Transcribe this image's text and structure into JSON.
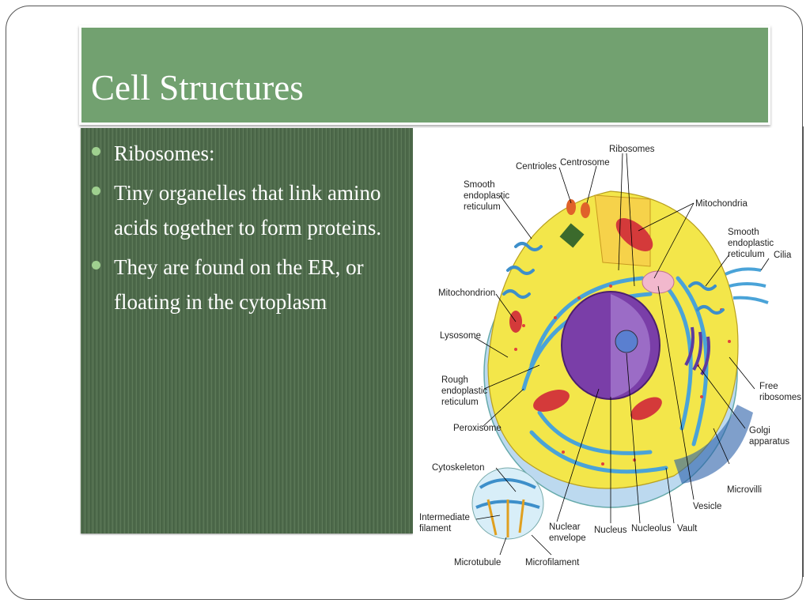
{
  "slide": {
    "title": "Cell Structures",
    "bullets": [
      "Ribosomes:",
      "Tiny organelles that link amino acids together to form proteins.",
      "They are found on the ER, or floating in the cytoplasm"
    ]
  },
  "diagram": {
    "labels": {
      "ribosomes": "Ribosomes",
      "centrioles": "Centrioles",
      "centrosome": "Centrosome",
      "smooth_er_1a": "Smooth",
      "smooth_er_1b": "endoplastic",
      "smooth_er_1c": "reticulum",
      "mitochondria": "Mitochondria",
      "smooth_er_2a": "Smooth",
      "smooth_er_2b": "endoplastic",
      "smooth_er_2c": "reticulum",
      "cilia": "Cilia",
      "mitochondrion": "Mitochondrion",
      "lysosome": "Lysosome",
      "rough_er_a": "Rough",
      "rough_er_b": "endoplastic",
      "rough_er_c": "reticulum",
      "free_ribosomes_a": "Free",
      "free_ribosomes_b": "ribosomes",
      "peroxisome": "Peroxisome",
      "golgi_a": "Golgi",
      "golgi_b": "apparatus",
      "cytoskeleton": "Cytoskeleton",
      "microvilli": "Microvilli",
      "vesicle": "Vesicle",
      "intermediate_a": "Intermediate",
      "intermediate_b": "filament",
      "nuclear_env_a": "Nuclear",
      "nuclear_env_b": "envelope",
      "nucleus": "Nucleus",
      "nucleolus": "Nucleolus",
      "vault": "Vault",
      "microtubule": "Microtubule",
      "microfilament": "Microfilament"
    }
  },
  "colors": {
    "title_bg": "#72a170",
    "panel_bg": "#4e6a4b",
    "bullet_dot": "#9fd08f",
    "cytoplasm": "#f3e64a",
    "er_blue": "#4aa3d8",
    "nucleus_purple": "#7a3ea8"
  }
}
